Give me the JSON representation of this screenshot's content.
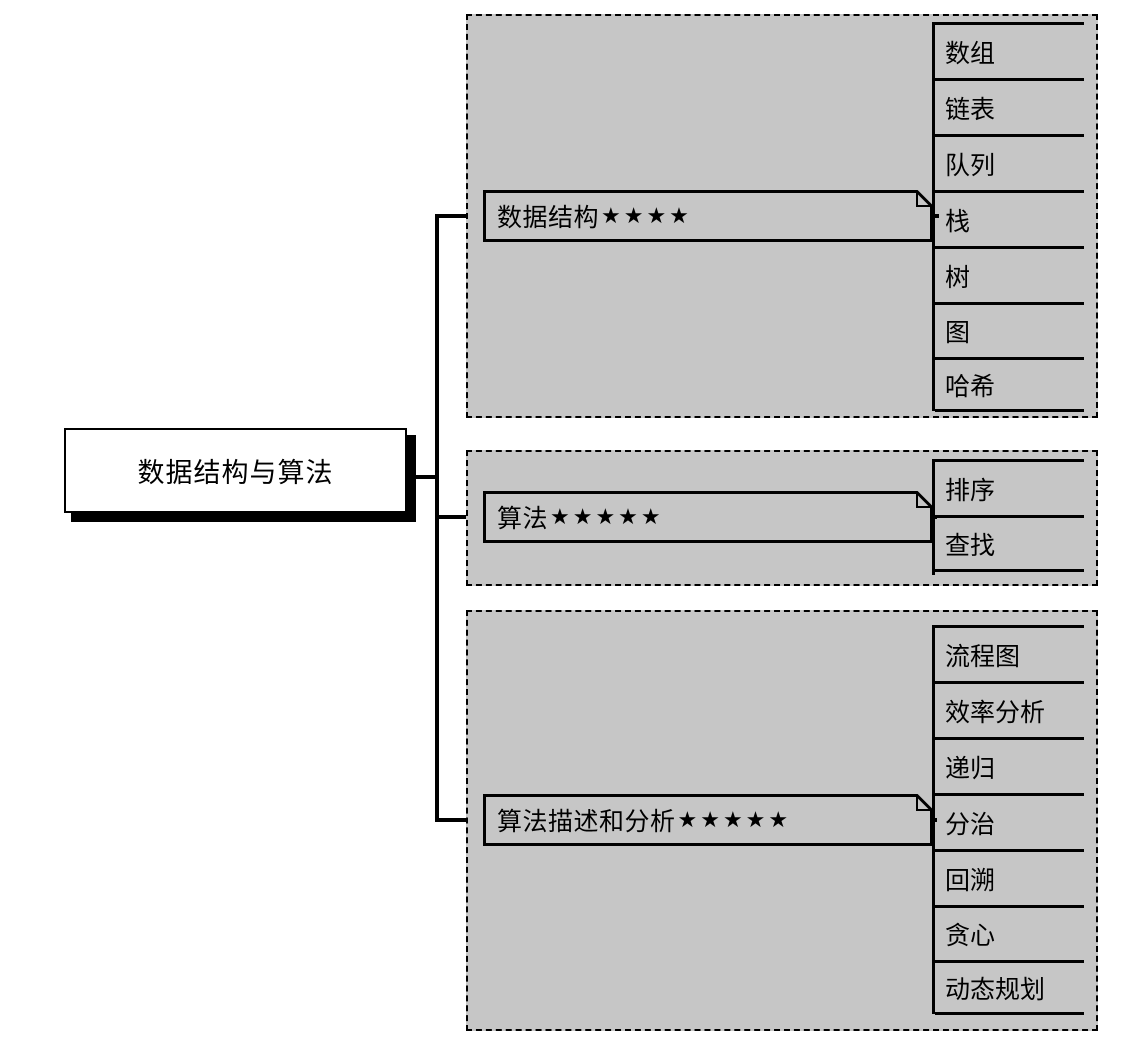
{
  "diagram": {
    "title": "数据结构与算法",
    "root": {
      "label": "数据结构与算法"
    },
    "branches": [
      {
        "label": "数据结构",
        "stars": "★★★★",
        "star_count": 4,
        "leaves": [
          {
            "label": "数组"
          },
          {
            "label": "链表"
          },
          {
            "label": "队列"
          },
          {
            "label": "栈"
          },
          {
            "label": "树"
          },
          {
            "label": "图"
          },
          {
            "label": "哈希"
          }
        ]
      },
      {
        "label": "算法",
        "stars": "★★★★★",
        "star_count": 5,
        "leaves": [
          {
            "label": "排序"
          },
          {
            "label": "查找"
          }
        ]
      },
      {
        "label": "算法描述和分析",
        "stars": "★★★★★",
        "star_count": 5,
        "leaves": [
          {
            "label": "流程图"
          },
          {
            "label": "效率分析"
          },
          {
            "label": "递归"
          },
          {
            "label": "分治"
          },
          {
            "label": "回溯"
          },
          {
            "label": "贪心"
          },
          {
            "label": "动态规划"
          }
        ]
      }
    ],
    "colors": {
      "group_fill": "#c6c6c6",
      "root_fill": "#ffffff",
      "stroke": "#000000",
      "background": "#ffffff"
    }
  }
}
